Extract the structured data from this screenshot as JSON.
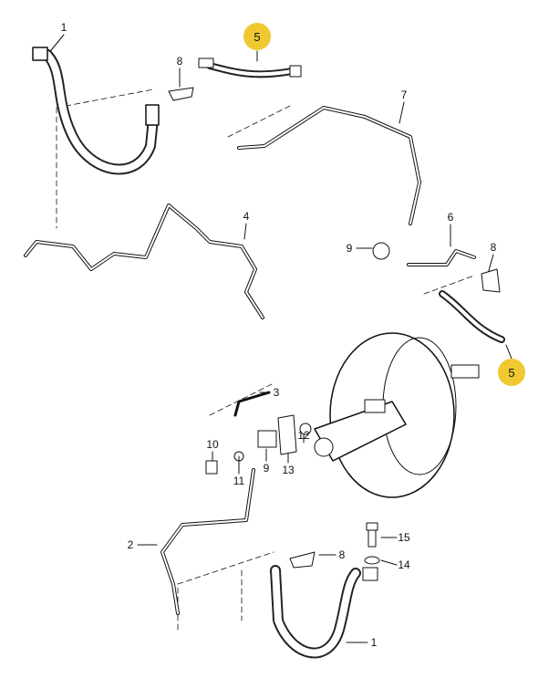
{
  "colors": {
    "highlight": "#F0C832",
    "line": "#111111"
  },
  "highlighted": [
    {
      "label": "5"
    },
    {
      "label": "5"
    }
  ],
  "labels": [
    "1",
    "8",
    "7",
    "4",
    "6",
    "9",
    "8",
    "3",
    "10",
    "11",
    "9",
    "13",
    "12",
    "2",
    "15",
    "8",
    "14",
    "1"
  ]
}
